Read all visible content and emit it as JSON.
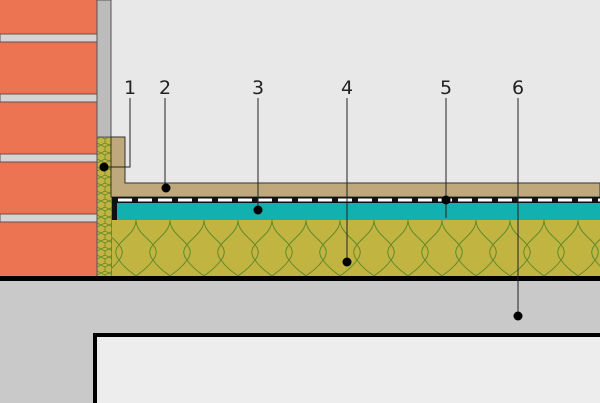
{
  "diagram": {
    "labels": [
      "1",
      "2",
      "3",
      "4",
      "5",
      "6"
    ],
    "colors": {
      "background": "#e8e8e8",
      "brick": "#ec7452",
      "mortar": "#cfcfcf",
      "screed": "#bfa97c",
      "membrane": "#111111",
      "teal_layer": "#12b0ae",
      "mineral_wool": "#c2b441",
      "wool_lines": "#5f8a2a",
      "concrete": "#c9c9c9"
    }
  }
}
